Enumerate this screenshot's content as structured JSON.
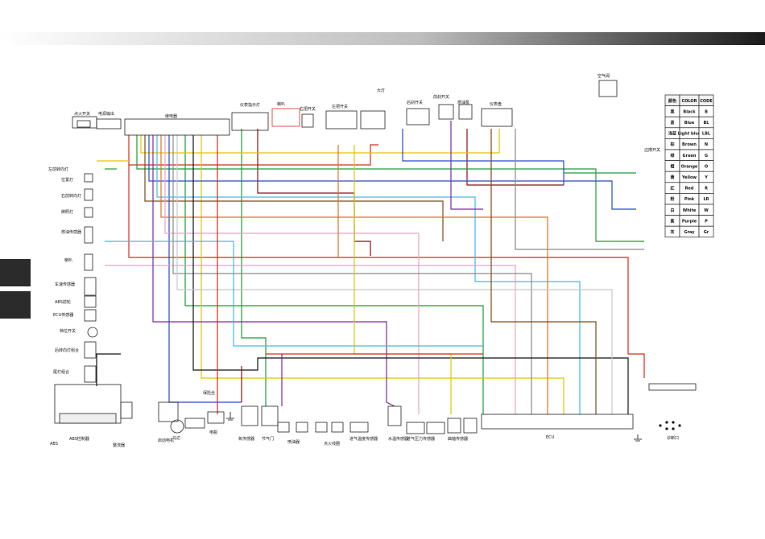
{
  "top_labels": [
    {
      "id": "ignition_switch",
      "text": "点火开关"
    },
    {
      "id": "power_output",
      "text": "电源输出"
    },
    {
      "id": "relay",
      "text": "继电器"
    },
    {
      "id": "instrument_panel",
      "text": "仪表指示灯"
    },
    {
      "id": "horn",
      "text": "喇叭"
    },
    {
      "id": "right_switch",
      "text": "右把开关"
    },
    {
      "id": "left_switch",
      "text": "左把开关"
    },
    {
      "id": "headlight",
      "text": "大灯"
    },
    {
      "id": "rear_brake",
      "text": "后刹开关"
    },
    {
      "id": "front_brake",
      "text": "前刹开关"
    },
    {
      "id": "fuel_pump",
      "text": "燃油泵"
    },
    {
      "id": "instrument",
      "text": "仪表盘"
    },
    {
      "id": "side_stand",
      "text": "边撑开关"
    },
    {
      "id": "air_valve",
      "text": "空气阀"
    }
  ],
  "left_labels": [
    {
      "id": "left_turn",
      "text": "左前转向灯"
    },
    {
      "id": "pos_light",
      "text": "位置灯"
    },
    {
      "id": "right_turn",
      "text": "右前转向灯"
    },
    {
      "id": "license",
      "text": "牌照灯"
    },
    {
      "id": "fuel_sensor",
      "text": "燃油传感器"
    },
    {
      "id": "horn2",
      "text": "喇叭"
    },
    {
      "id": "speed_sensor",
      "text": "车速传感器"
    },
    {
      "id": "abs_front",
      "text": "ABS前轮"
    },
    {
      "id": "ecu_sensor",
      "text": "ECU传感器"
    },
    {
      "id": "gear",
      "text": "档位开关"
    },
    {
      "id": "rear_turn",
      "text": "后转向灯组合"
    },
    {
      "id": "tail",
      "text": "尾灯组合"
    }
  ],
  "bottom_labels": [
    {
      "id": "abs_module",
      "text": "ABS控制器"
    },
    {
      "id": "abs",
      "text": "ABS"
    },
    {
      "id": "reg",
      "text": "整流器"
    },
    {
      "id": "start",
      "text": "启动电机"
    },
    {
      "id": "motor",
      "text": "马达"
    },
    {
      "id": "fuse",
      "text": "保险丝"
    },
    {
      "id": "battery",
      "text": "电瓶"
    },
    {
      "id": "oxygen",
      "text": "氧传感器"
    },
    {
      "id": "throttle",
      "text": "节气门"
    },
    {
      "id": "injector",
      "text": "喷油器"
    },
    {
      "id": "ignition_coil",
      "text": "点火线圈"
    },
    {
      "id": "intake_temp",
      "text": "进气温度传感器"
    },
    {
      "id": "water_temp",
      "text": "水温传感器"
    },
    {
      "id": "intake_pressure",
      "text": "进气压力传感器"
    },
    {
      "id": "crank",
      "text": "曲轴传感器"
    },
    {
      "id": "ecu",
      "text": "ECU"
    },
    {
      "id": "obd",
      "text": "诊断口"
    }
  ],
  "legend": {
    "headers": [
      "颜色",
      "COLOR",
      "CODE"
    ],
    "rows": [
      [
        "黑",
        "Black",
        "B"
      ],
      [
        "蓝",
        "Blue",
        "BL"
      ],
      [
        "浅蓝",
        "Light blue",
        "LBL"
      ],
      [
        "棕",
        "Brown",
        "N"
      ],
      [
        "绿",
        "Green",
        "G"
      ],
      [
        "橙",
        "Orange",
        "O"
      ],
      [
        "黄",
        "Yellow",
        "Y"
      ],
      [
        "红",
        "Red",
        "R"
      ],
      [
        "粉",
        "Pink",
        "LR"
      ],
      [
        "白",
        "White",
        "W"
      ],
      [
        "紫",
        "Purple",
        "P"
      ],
      [
        "灰",
        "Gray",
        "Gr"
      ]
    ]
  },
  "wire_colors": {
    "red": "#d42c1f",
    "green": "#1e9a3a",
    "yellow": "#e0c400",
    "blue": "#2a49c7",
    "lightblue": "#48b6e0",
    "brown": "#7a4a1c",
    "orange": "#e3711f",
    "pink": "#e9a2c6",
    "purple": "#7a2aa0",
    "gray": "#8a8a8a",
    "black": "#111111",
    "white": "#c8c8c8",
    "darkred": "#8b1010"
  }
}
